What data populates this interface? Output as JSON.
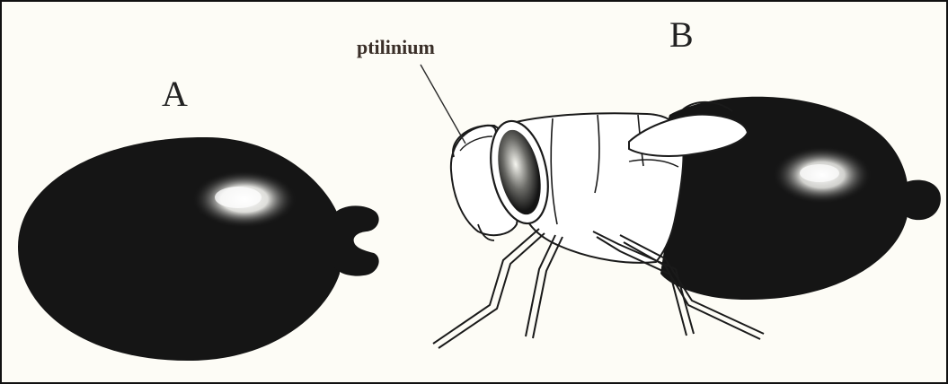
{
  "figure": {
    "panel_a_label": "A",
    "panel_b_label": "B",
    "callout_label": "ptilinium"
  },
  "colors": {
    "ink": "#111111",
    "paper": "#fdfcf6",
    "highlight": "#ffffff",
    "label_text": "#3a2f28"
  }
}
